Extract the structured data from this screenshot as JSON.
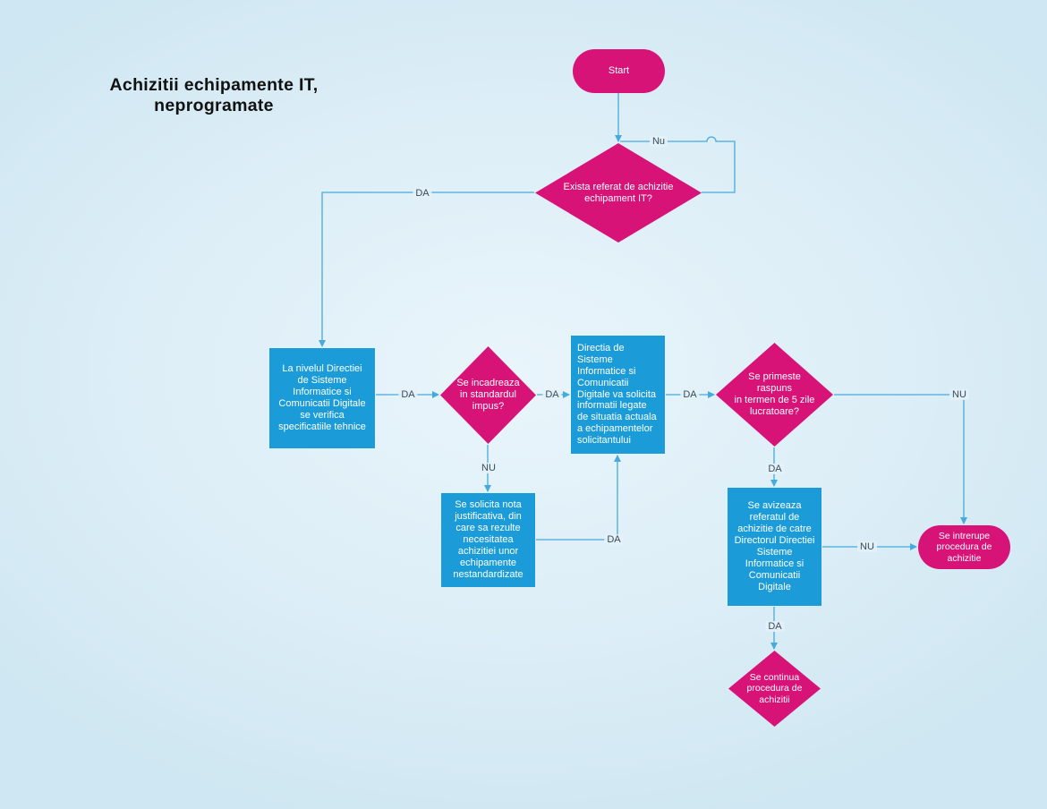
{
  "diagram": {
    "title": "Achizitii echipamente IT,\nneprogramate"
  },
  "nodes": {
    "start": {
      "label": "Start"
    },
    "decision_referat": {
      "label": "Exista referat de achizitie\nechipament IT?"
    },
    "process_verificare": {
      "label": "La nivelul Directiei\nde Sisteme\nInformatice si\nComunicatii Digitale\nse verifica\nspecificatiile tehnice"
    },
    "decision_standard": {
      "label": "Se incadreaza\nin standardul\nimpus?"
    },
    "process_solicita_informatii": {
      "label": "Directia de Sisteme\nInformatice si\nComunicatii\nDigitale va solicita\ninformatii legate\nde situatia actuala\na echipamentelor\nsolicitantului"
    },
    "decision_raspuns": {
      "label": "Se primeste\nraspuns\nin termen de 5 zile\nlucratoare?"
    },
    "process_nota_justificativa": {
      "label": "Se solicita nota\njustificativa, din\ncare sa rezulte\nnecesitatea\nachizitiei unor\nechipamente\nnestandardizate"
    },
    "process_avizare": {
      "label": "Se avizeaza\nreferatul de\nachizitie de catre\nDirectorul Directiei\nSisteme\nInformatice si\nComunicatii\nDigitale"
    },
    "terminator_intrerupe": {
      "label": "Se intrerupe\nprocedura de\nachizitie"
    },
    "decision_continua": {
      "label": "Se continua\nprocedura de\nachizitii"
    }
  },
  "edge_labels": {
    "loop_nu": "Nu",
    "d1_da": "DA",
    "p1_da": "DA",
    "d2_da": "DA",
    "p2_da": "DA",
    "d2_nu": "NU",
    "p3_da": "DA",
    "d3_da": "DA",
    "d3_nu": "NU",
    "p4_nu": "NU",
    "p4_da": "DA"
  },
  "colors": {
    "pink": "#d81377",
    "blue": "#1b9cd8",
    "line": "#45aadc",
    "label_text": "#3e4a54",
    "title_text": "#111111",
    "bg_center": "#e9f5fb",
    "bg_edge": "#cfe7f2"
  }
}
